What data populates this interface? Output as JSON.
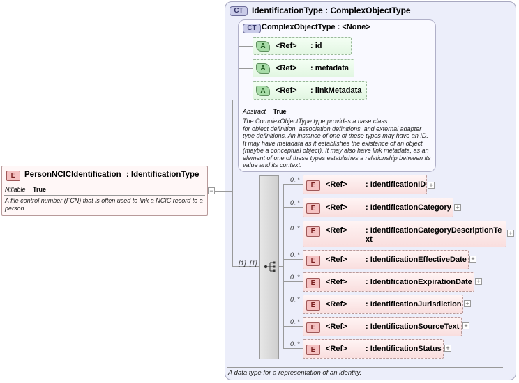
{
  "outer": {
    "badge": "CT",
    "title": "IdentificationType",
    "base": ": ComplexObjectType",
    "description": "A data type for a representation of an identity."
  },
  "inner": {
    "badge": "CT",
    "title": "ComplexObjectType",
    "base": ": <None>",
    "abstract_label": "Abstract",
    "abstract_value": "True",
    "description": "The ComplexObjectType type provides a base class for object definition, association definitions, and external adapter type definitions. An instance of one of these types may have an ID. It may have metadata as it establishes the existence of an object (maybe a conceptual object). It may also have link metadata, as an element of one of these types establishes a relationship between its value and its context.",
    "description_lines": [
      "The ComplexObjectType type provides a base class",
      "for object definition, association definitions, and external adapter",
      "type definitions. An instance of one of these types may have an ID.",
      "It may have metadata as it establishes the existence of an object",
      "(maybe a conceptual object). It may also have link metadata, as an",
      "element of one of these types establishes a relationship between its",
      "value and its context."
    ],
    "attributes": [
      {
        "badge": "A",
        "ref": "<Ref>",
        "name": ": id"
      },
      {
        "badge": "A",
        "ref": "<Ref>",
        "name": ": metadata"
      },
      {
        "badge": "A",
        "ref": "<Ref>",
        "name": ": linkMetadata"
      }
    ]
  },
  "root": {
    "badge": "E",
    "title": "PersonNCICIdentification",
    "type": ": IdentificationType",
    "nillable_label": "Nillable",
    "nillable_value": "True",
    "description_lines": [
      "A file control number (FCN) that is often used to link a NCIC record to a",
      "person."
    ]
  },
  "sequence": {
    "occurrence": "[1]..[1]",
    "icon": "sequence-icon"
  },
  "elements": [
    {
      "occ": "0..*",
      "badge": "E",
      "ref": "<Ref>",
      "name": ": IdentificationID",
      "name2": ""
    },
    {
      "occ": "0..*",
      "badge": "E",
      "ref": "<Ref>",
      "name": ": IdentificationCategory",
      "name2": ""
    },
    {
      "occ": "0..*",
      "badge": "E",
      "ref": "<Ref>",
      "name": ": IdentificationCategoryDescriptionTe",
      "name2": "xt"
    },
    {
      "occ": "0..*",
      "badge": "E",
      "ref": "<Ref>",
      "name": ": IdentificationEffectiveDate",
      "name2": ""
    },
    {
      "occ": "0..*",
      "badge": "E",
      "ref": "<Ref>",
      "name": ": IdentificationExpirationDate",
      "name2": ""
    },
    {
      "occ": "0..*",
      "badge": "E",
      "ref": "<Ref>",
      "name": ": IdentificationJurisdiction",
      "name2": ""
    },
    {
      "occ": "0..*",
      "badge": "E",
      "ref": "<Ref>",
      "name": ": IdentificationSourceText",
      "name2": ""
    },
    {
      "occ": "0..*",
      "badge": "E",
      "ref": "<Ref>",
      "name": ": IdentificationStatus",
      "name2": ""
    }
  ],
  "colors": {
    "complex_type_bg": "#eceefa",
    "element_bg": "#f9dede",
    "attribute_bg": "#e2f6e2"
  }
}
